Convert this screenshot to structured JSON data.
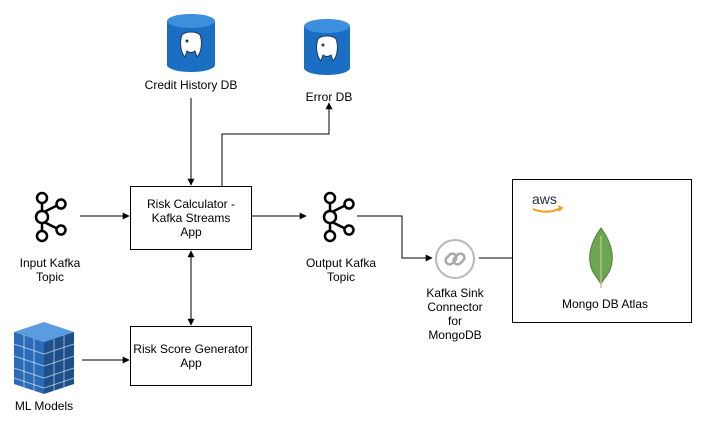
{
  "nodes": {
    "credit_db": {
      "label": "Credit History DB",
      "icon": "postgresql-database-icon"
    },
    "error_db": {
      "label": "Error DB",
      "icon": "postgresql-database-icon"
    },
    "input_topic": {
      "line1": "Input Kafka",
      "line2": "Topic",
      "icon": "kafka-icon"
    },
    "risk_calc": {
      "line1": "Risk Calculator -",
      "line2": "Kafka Streams",
      "line3": "App"
    },
    "output_topic": {
      "line1": "Output Kafka",
      "line2": "Topic",
      "icon": "kafka-icon"
    },
    "sink": {
      "line1": "Kafka Sink",
      "line2": "Connector",
      "line3": "for",
      "line4": "MongoDB",
      "icon": "connector-link-icon"
    },
    "atlas": {
      "label": "Mongo DB Atlas",
      "aws": "aws",
      "icon": "mongodb-leaf-icon"
    },
    "risk_gen": {
      "line1": "Risk Score Generator",
      "line2": "App"
    },
    "ml": {
      "label": "ML Models",
      "icon": "ml-cube-stack-icon"
    }
  },
  "colors": {
    "db_blue": "#1b6fc2",
    "db_light": "#3c8fdc",
    "mongo_green": "#6aa84f",
    "ml_blue": "#2b6cb8",
    "aws_orange": "#f79a1e",
    "aws_text": "#232f3e"
  }
}
